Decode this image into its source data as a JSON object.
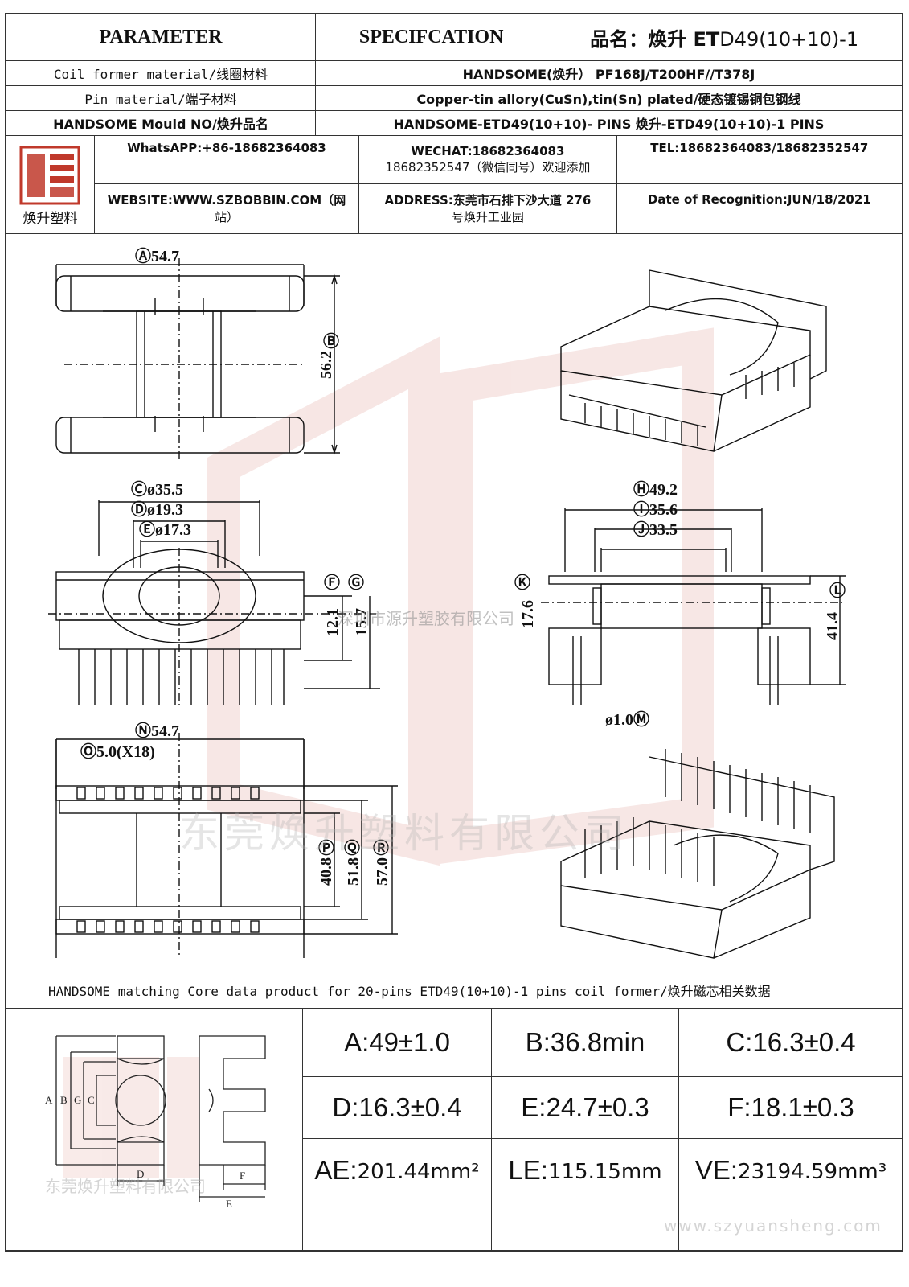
{
  "header": {
    "parameter": "PARAMETER",
    "specification": "SPECIFCATION",
    "product_name_label": "品名：焕升 ET",
    "product_name_value": "D49(10+10)-1"
  },
  "specs": [
    {
      "label": "Coil former material/线圈材料",
      "value": "HANDSOME(焕升）   PF168J/T200HF//T378J"
    },
    {
      "label": "Pin material/端子材料",
      "value": "Copper-tin allory(CuSn),tin(Sn) plated/硬态镀锡铜包钢线"
    },
    {
      "label": "HANDSOME Mould NO/焕升品名",
      "value": "HANDSOME-ETD49(10+10)- PINS     焕升-ETD49(10+10)-1 PINS"
    }
  ],
  "company": {
    "logo_caption": "焕升塑料",
    "whatsapp": "WhatsAPP:+86-18682364083",
    "wechat_line1": "WECHAT:18682364083",
    "wechat_line2": "18682352547（微信同号）欢迎添加",
    "tel": "TEL:18682364083/18682352547",
    "website_line1": "WEBSITE:WWW.SZBOBBIN.COM（网",
    "website_line2": "站）",
    "address_line1": "ADDRESS:东莞市石排下沙大道 276",
    "address_line2": "号焕升工业园",
    "date": "Date of Recognition:JUN/18/2021"
  },
  "drawing": {
    "dims": {
      "A": "54.7",
      "B": "56.2",
      "C": "ø35.5",
      "D": "ø19.3",
      "E": "ø17.3",
      "F": "12.1",
      "G": "15.7",
      "H": "49.2",
      "I": "35.6",
      "J": "33.5",
      "K": "17.6",
      "L": "41.4",
      "M": "ø1.0",
      "N": "54.7",
      "O": "5.0(X18)",
      "P": "40.8",
      "Q": "51.8",
      "R": "57.0"
    },
    "watermark_main": "东莞焕升塑料有限公司",
    "watermark_small": "深圳市源升塑胶有限公司"
  },
  "core": {
    "title": "HANDSOME matching Core data  product for 20-pins ETD49(10+10)-1 pins coil former/焕升磁芯相关数据",
    "cells": [
      [
        "A:49±1.0",
        "B:36.8min",
        "C:16.3±0.4"
      ],
      [
        "D:16.3±0.4",
        "E:24.7±0.3",
        "F:18.1±0.3"
      ]
    ],
    "ae_label": "AE:",
    "ae_value": "201.44mm²",
    "le_label": "LE:",
    "le_value": "115.15mm",
    "ve_label": "VE:",
    "ve_value": "23194.59mm³",
    "diagram_letters": {
      "a": "A",
      "b": "B",
      "g": "G",
      "c": "C",
      "d": "D",
      "e": "E",
      "f": "F"
    },
    "watermark": "东莞焕升塑料有限公司",
    "website_watermark": "www.szyuansheng.com"
  },
  "colors": {
    "line": "#333333",
    "logo_red": "#c0392b",
    "drawing": "#111111"
  }
}
